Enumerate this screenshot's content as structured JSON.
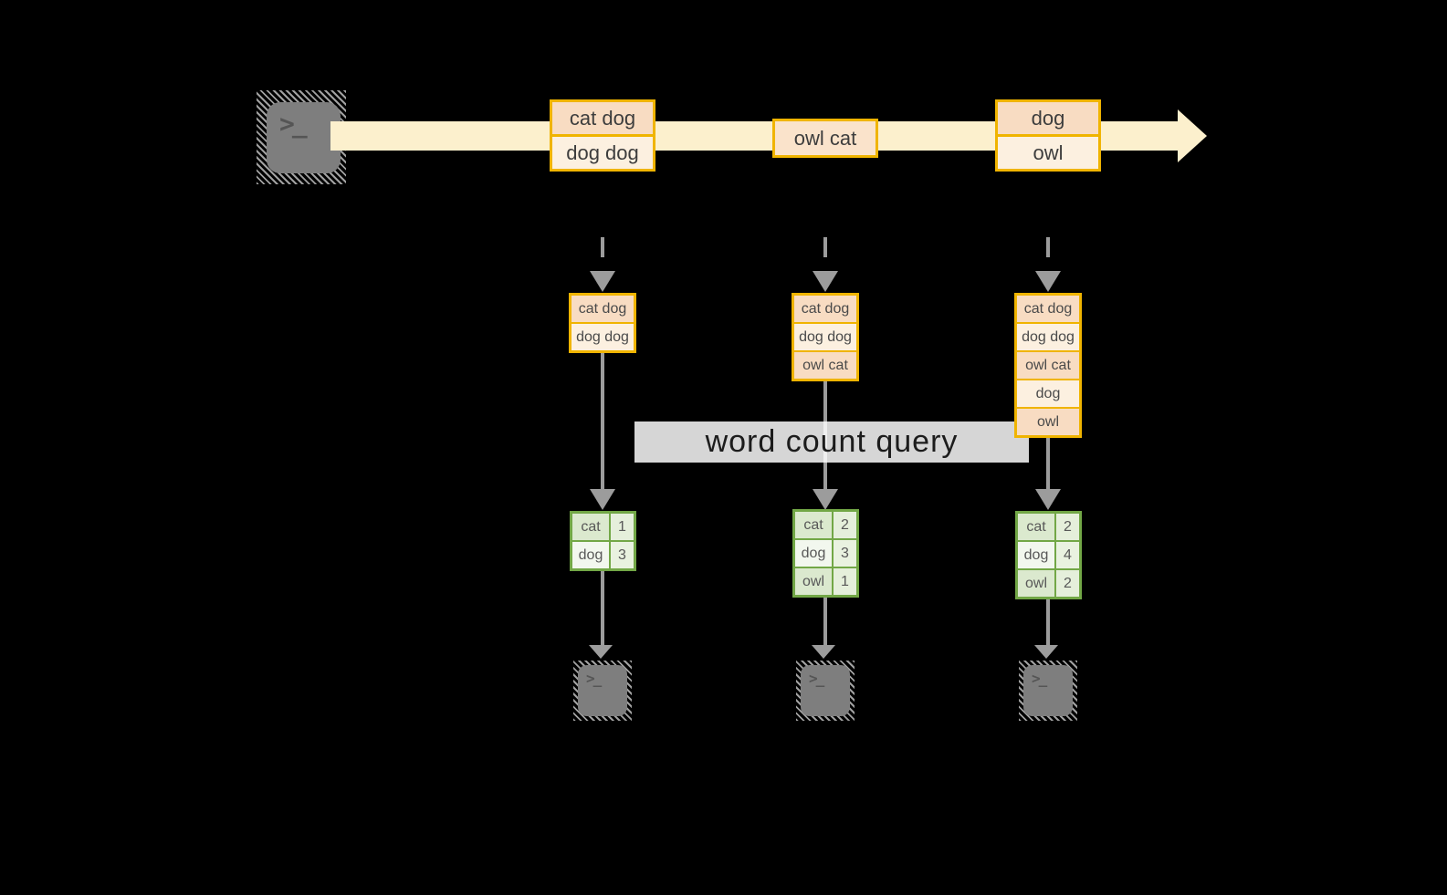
{
  "terminal_prompt": ">_",
  "stream": {
    "messages": [
      {
        "rows": [
          "cat dog",
          "dog dog"
        ]
      },
      {
        "rows": [
          "owl cat"
        ]
      },
      {
        "rows": [
          "dog",
          "owl"
        ]
      }
    ]
  },
  "query_band": {
    "label": "word count query"
  },
  "columns": [
    {
      "buffer": [
        "cat dog",
        "dog dog"
      ],
      "counts": [
        {
          "word": "cat",
          "count": "1"
        },
        {
          "word": "dog",
          "count": "3"
        }
      ]
    },
    {
      "buffer": [
        "cat dog",
        "dog dog",
        "owl cat"
      ],
      "counts": [
        {
          "word": "cat",
          "count": "2"
        },
        {
          "word": "dog",
          "count": "3"
        },
        {
          "word": "owl",
          "count": "1"
        }
      ]
    },
    {
      "buffer": [
        "cat dog",
        "dog dog",
        "owl cat",
        "dog",
        "owl"
      ],
      "counts": [
        {
          "word": "cat",
          "count": "2"
        },
        {
          "word": "dog",
          "count": "4"
        },
        {
          "word": "owl",
          "count": "2"
        }
      ]
    }
  ],
  "colors": {
    "background": "#000000",
    "amber_border": "#f0b400",
    "peach_fill": "#f8dcc2",
    "cream_fill": "#fcf0e0",
    "stream_fill": "#fcf0cd",
    "green_border": "#72a746",
    "green_fill_dark": "#dbe9ce",
    "green_fill_light": "#f2f7ee",
    "arrow_gray": "#9c9c9c",
    "terminal_gray": "#7e7e7e",
    "query_band_bg": "#ffffff"
  }
}
